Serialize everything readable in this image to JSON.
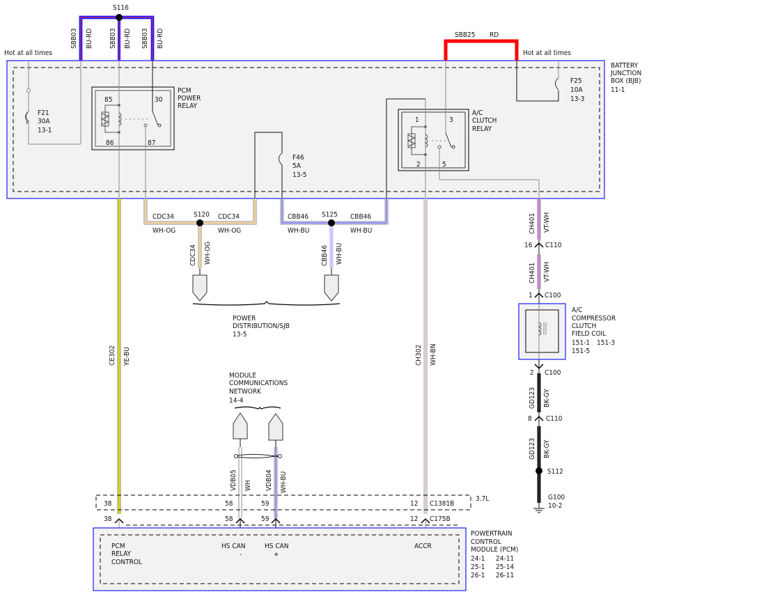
{
  "splices": {
    "s116": "S116",
    "s120": "S120",
    "s125": "S125",
    "s112": "S112"
  },
  "top_wires": {
    "sbb03_1": {
      "circuit": "SBB03",
      "color": "BU-RD"
    },
    "sbb03_2": {
      "circuit": "SBB03",
      "color": "BU-RD"
    },
    "sbb03_3": {
      "circuit": "SBB03",
      "color": "BU-RD"
    },
    "sbb25": {
      "circuit": "SBB25",
      "color": "RD"
    }
  },
  "hot_labels": {
    "left": "Hot at all times",
    "right": "Hot at all times"
  },
  "bjb": {
    "line1": "BATTERY",
    "line2": "JUNCTION",
    "line3": "BOX (BJB)",
    "ref": "11-1"
  },
  "fuses": {
    "f21": {
      "name": "F21",
      "rating": "30A",
      "ref": "13-1"
    },
    "f46": {
      "name": "F46",
      "rating": "5A",
      "ref": "13-5"
    },
    "f25": {
      "name": "F25",
      "rating": "10A",
      "ref": "13-3"
    }
  },
  "pcm_relay": {
    "line1": "PCM",
    "line2": "POWER",
    "line3": "RELAY",
    "pins": {
      "p85": "85",
      "p30": "30",
      "p86": "86",
      "p87": "87"
    }
  },
  "ac_relay": {
    "line1": "A/C",
    "line2": "CLUTCH",
    "line3": "RELAY",
    "pins": {
      "p1": "1",
      "p3": "3",
      "p2": "2",
      "p5": "5"
    }
  },
  "s120_wires": {
    "left": {
      "circuit": "CDC34",
      "color": "WH-OG"
    },
    "right": {
      "circuit": "CDC34",
      "color": "WH-OG"
    },
    "down": {
      "circuit": "CDC34",
      "color": "WH-OG"
    }
  },
  "s125_wires": {
    "left": {
      "circuit": "CBB46",
      "color": "WH-BU"
    },
    "right": {
      "circuit": "CBB46",
      "color": "WH-BU"
    },
    "down": {
      "circuit": "CBB46",
      "color": "WH-BU"
    }
  },
  "power_dist": {
    "line1": "POWER",
    "line2": "DISTRIBUTION/SJB",
    "ref": "13-5"
  },
  "long_wires": {
    "ce302": {
      "circuit": "CE302",
      "color": "YE-BU"
    },
    "ch302": {
      "circuit": "CH302",
      "color": "WH-BN"
    }
  },
  "mcn": {
    "line1": "MODULE",
    "line2": "COMMUNICATIONS",
    "line3": "NETWORK",
    "ref": "14-4"
  },
  "can_wires": {
    "vdb05": {
      "circuit": "VDB05",
      "color": "WH"
    },
    "vdb04": {
      "circuit": "VDB04",
      "color": "WH-BU"
    }
  },
  "right_chain": {
    "ch401_1": {
      "circuit": "CH401",
      "color": "VT-WH"
    },
    "ch401_2": {
      "circuit": "CH401",
      "color": "VT-WH"
    },
    "c110_top": {
      "pin": "16",
      "connector": "C110"
    },
    "c100_top": {
      "pin": "1",
      "connector": "C100"
    },
    "c100_bot": {
      "pin": "2",
      "connector": "C100"
    },
    "gd123_1": {
      "circuit": "GD123",
      "color": "BK-GY"
    },
    "c110_bot": {
      "pin": "8",
      "connector": "C110"
    },
    "gd123_2": {
      "circuit": "GD123",
      "color": "BK-GY"
    },
    "ground": {
      "name": "G100",
      "ref": "10-2"
    }
  },
  "compressor": {
    "line1": "A/C",
    "line2": "COMPRESSOR",
    "line3": "CLUTCH",
    "line4": "FIELD COIL",
    "ref1": "151-1",
    "ref2": "151-3",
    "ref3": "151-5"
  },
  "connectors": {
    "c1381b": {
      "name": "C1381B",
      "variant": "3.7L",
      "pins": [
        "38",
        "58",
        "59",
        "12"
      ]
    },
    "c175b": {
      "name": "C175B",
      "pins": [
        "38",
        "58",
        "59",
        "12"
      ]
    }
  },
  "pcm": {
    "line1": "POWERTRAIN",
    "line2": "CONTROL",
    "line3": "MODULE (PCM)",
    "refs": [
      "24-1",
      "24-11",
      "25-1",
      "25-14",
      "26-1",
      "26-11"
    ],
    "pins": {
      "relay_control": [
        "PCM",
        "RELAY",
        "CONTROL"
      ],
      "hs_can_minus": [
        "HS CAN",
        "-"
      ],
      "hs_can_plus": [
        "HS CAN",
        "+"
      ],
      "accr": "ACCR"
    }
  }
}
